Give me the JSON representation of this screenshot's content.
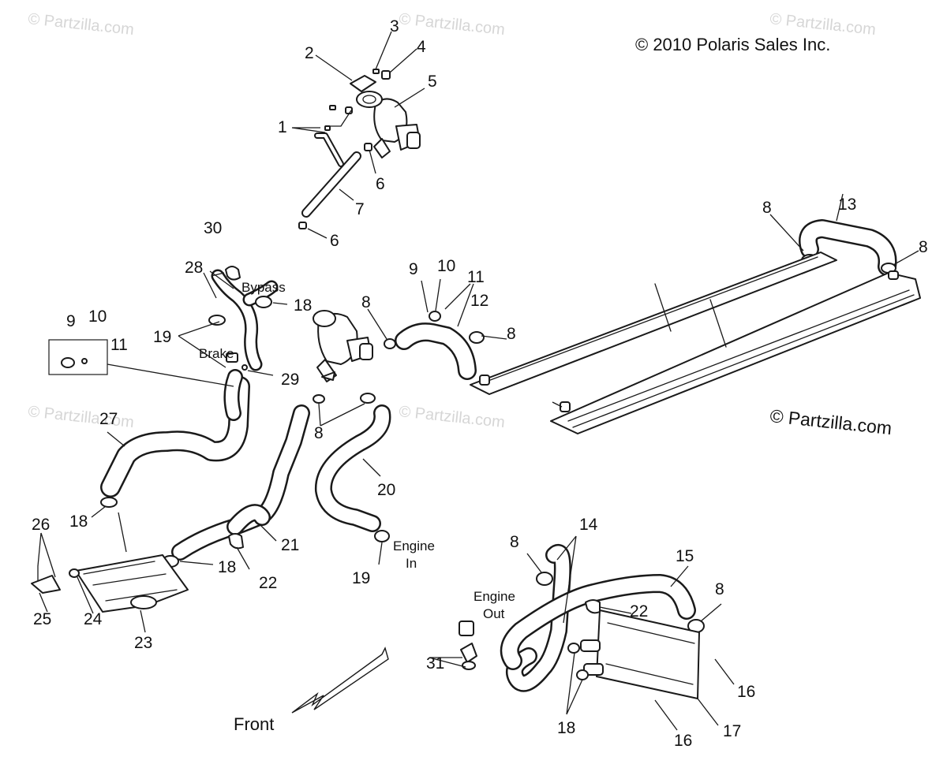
{
  "copyright": "© 2010 Polaris Sales Inc.",
  "watermark": "© Partzilla.com",
  "brand_mark": "© Partzilla.com",
  "front_label": "Front",
  "annotations": {
    "bypass": "Bypass",
    "brake": "Brake",
    "engine_in_1": "Engine",
    "engine_in_2": "In",
    "engine_out_1": "Engine",
    "engine_out_2": "Out"
  },
  "callouts": {
    "c1": "1",
    "c2": "2",
    "c3": "3",
    "c4": "4",
    "c5": "5",
    "c6a": "6",
    "c6b": "6",
    "c7": "7",
    "c8a": "8",
    "c8b": "8",
    "c8c": "8",
    "c8d": "8",
    "c8e": "8",
    "c8f": "8",
    "c8g": "8",
    "c9a": "9",
    "c9b": "9",
    "c10a": "10",
    "c10b": "10",
    "c11a": "11",
    "c11b": "11",
    "c12": "12",
    "c13": "13",
    "c14": "14",
    "c15": "15",
    "c16a": "16",
    "c16b": "16",
    "c17": "17",
    "c18a": "18",
    "c18b": "18",
    "c18c": "18",
    "c18d": "18",
    "c19a": "19",
    "c19b": "19",
    "c20": "20",
    "c21": "21",
    "c22a": "22",
    "c22b": "22",
    "c23": "23",
    "c24": "24",
    "c25": "25",
    "c26": "26",
    "c27": "27",
    "c28": "28",
    "c29": "29",
    "c30": "30",
    "c31": "31"
  }
}
